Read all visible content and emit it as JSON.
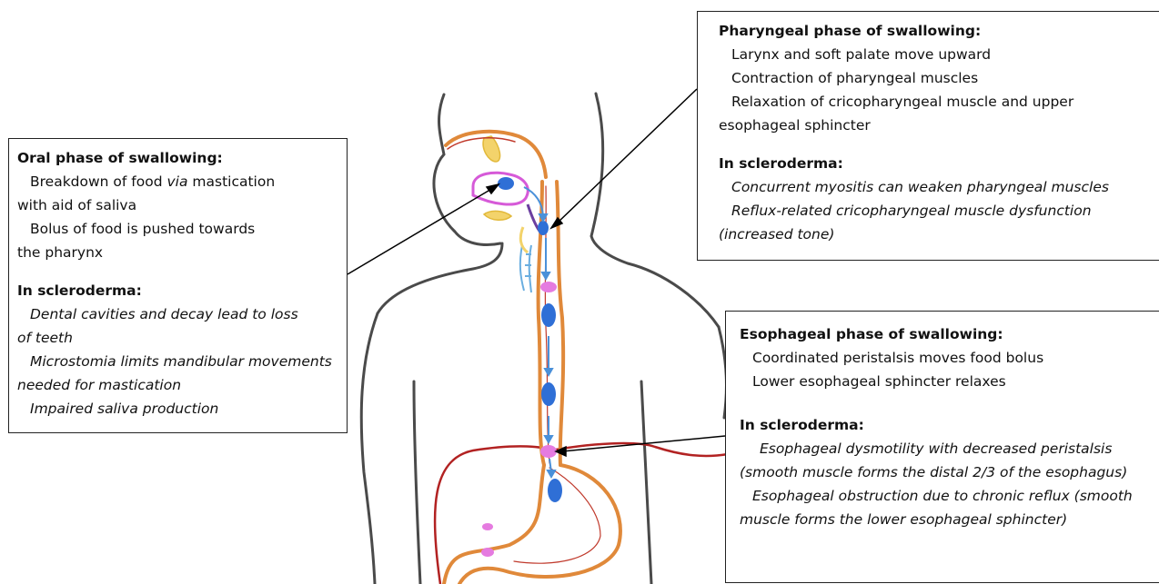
{
  "oral": {
    "title": "Oral phase of swallowing:",
    "l1a": "Breakdown of food ",
    "l1via": "via",
    "l1b": " mastication",
    "l2": "with aid of saliva",
    "l3": "Bolus of food is pushed towards",
    "l4": "the pharynx",
    "scl_title": "In scleroderma:",
    "s1": "Dental cavities and decay lead to loss",
    "s2": "of teeth",
    "s3": "Microstomia limits mandibular movements",
    "s4": "needed for mastication",
    "s5": "Impaired saliva production"
  },
  "pharyngeal": {
    "title": "Pharyngeal phase of swallowing:",
    "l1": "Larynx and soft palate move upward",
    "l2": "Contraction of pharyngeal muscles",
    "l3": "Relaxation of cricopharyngeal muscle and upper",
    "l4": "esophageal sphincter",
    "scl_title": "In scleroderma:",
    "s1": "Concurrent myositis can weaken pharyngeal muscles",
    "s2": "Reflux-related cricopharyngeal muscle dysfunction",
    "s3": "(increased tone)"
  },
  "esophageal": {
    "title": "Esophageal phase of swallowing:",
    "l1": "Coordinated peristalsis moves food bolus",
    "l2": "Lower esophageal sphincter relaxes",
    "scl_title": "In scleroderma:",
    "s1": "Esophageal dysmotility with decreased peristalsis",
    "s2": "(smooth muscle forms the distal 2/3 of the esophagus)",
    "s3": "Esophageal obstruction due to chronic reflux (smooth",
    "s4": "muscle forms the lower esophageal sphincter)"
  },
  "colors": {
    "outline": "#444444",
    "tract": "#e0893a",
    "tract_inner": "#c0392b",
    "bolus": "#2f6fd6",
    "arrow": "#4a90d9",
    "sphincter": "#e57be0",
    "palate": "#f3d36b",
    "diaphragm": "#b22222"
  }
}
